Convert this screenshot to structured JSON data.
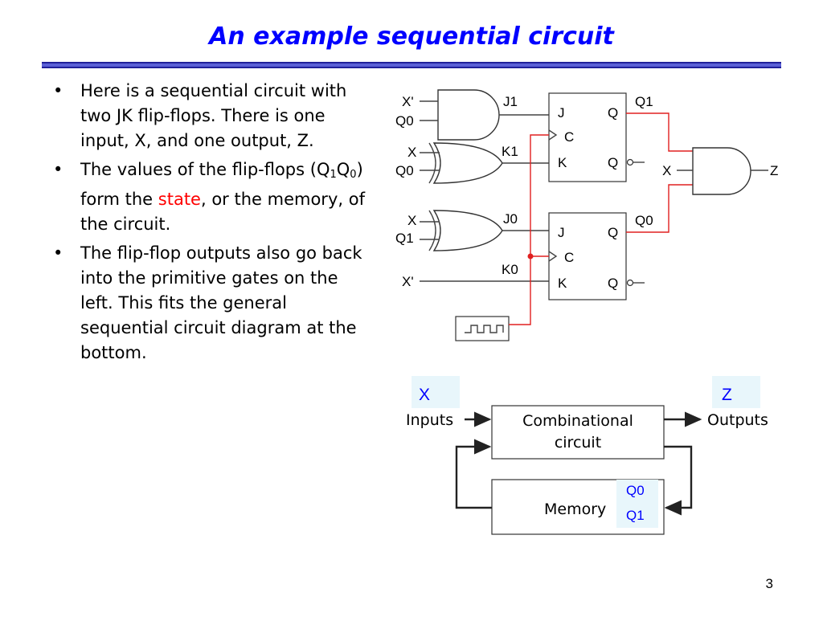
{
  "title": "An example sequential circuit",
  "bullets": [
    {
      "text": "Here is a sequential circuit with two JK flip-flops. There is one input, X, and one output, Z."
    },
    {
      "text_before": "The values of the flip-flops (Q",
      "sub1": "1",
      "mid": "Q",
      "sub0": "0",
      "text_mid": ") form the ",
      "highlight": "state",
      "text_after": ", or the memory, of the circuit."
    },
    {
      "text": "The flip-flop outputs also go back into the primitive gates on the left. This fits the general sequential circuit diagram at the bottom."
    }
  ],
  "bullet_symbol": "•",
  "circuit": {
    "gate1_in": [
      "X'",
      "Q0"
    ],
    "gate2_in": [
      "X",
      "Q0"
    ],
    "gate3_in": [
      "X",
      "Q1"
    ],
    "k0_in": "X'",
    "signals": {
      "j1": "J1",
      "k1": "K1",
      "j0": "J0",
      "k0": "K0"
    },
    "ff1": {
      "j": "J",
      "c": "C",
      "k": "K",
      "q": "Q",
      "qbar": "Q"
    },
    "ff0": {
      "j": "J",
      "c": "C",
      "k": "K",
      "q": "Q",
      "qbar": "Q"
    },
    "outputs": {
      "q1": "Q1",
      "q0": "Q0"
    },
    "and_in_x": "X",
    "z_out": "Z"
  },
  "block": {
    "x_label": "X",
    "z_label": "Z",
    "inputs": "Inputs",
    "outputs": "Outputs",
    "comb_line1": "Combinational",
    "comb_line2": "circuit",
    "memory": "Memory",
    "mem_q0": "Q0",
    "mem_q1": "Q1"
  },
  "colors": {
    "title": "#0000ff",
    "highlight": "#ff0000",
    "feedback_wire": "#e02020",
    "label_bg": "#e8f6fb"
  },
  "page_number": "3"
}
